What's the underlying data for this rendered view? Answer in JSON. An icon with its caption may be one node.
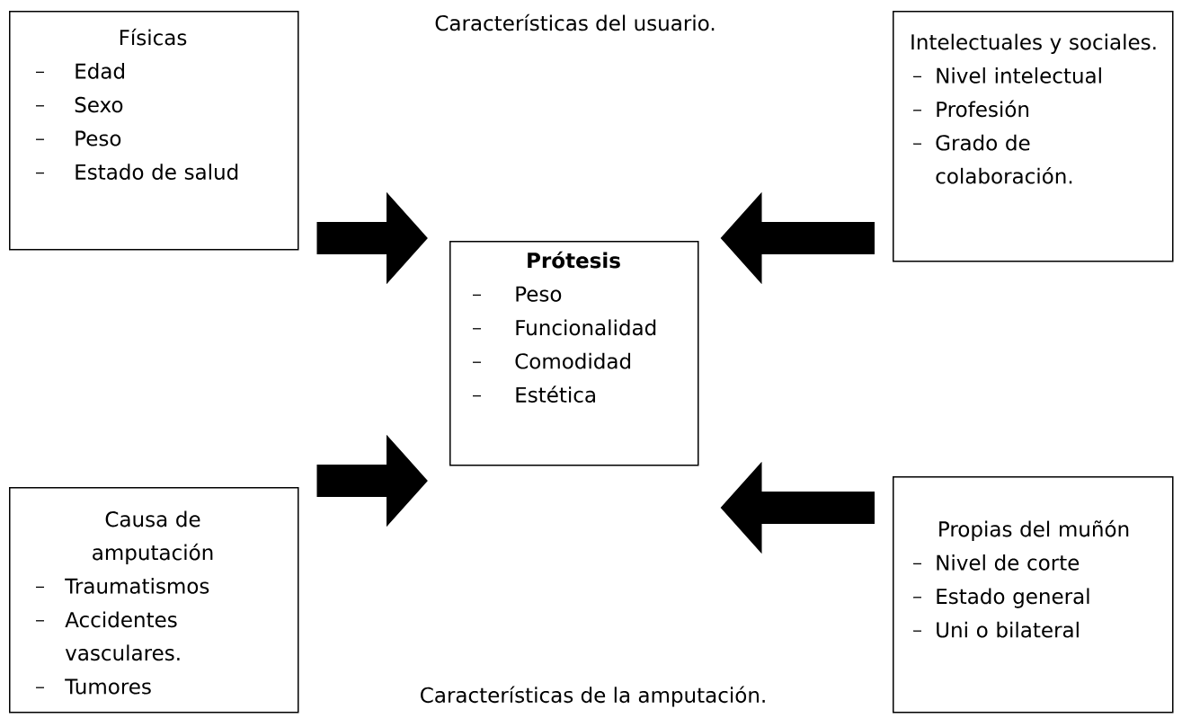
{
  "diagram": {
    "nodes": [
      {
        "text": [
          "Físicas",
          "Edad",
          "Sexo",
          "Peso",
          "Estado de salud"
        ]
      },
      {
        "text": [
          "Intelectuales y sociales.",
          "Nivel intelectual",
          "Profesión",
          "Grado de colaboración."
        ]
      },
      {
        "text": [
          "Prótesis",
          "Peso",
          "Funcionalidad",
          "Comodidad",
          "Estética"
        ]
      },
      {
        "text": [
          "Causa de amputación",
          "Traumatismos",
          "Accidentes vasculares.",
          "Tumores"
        ]
      },
      {
        "text": [
          "Propias del muñón",
          "Nivel de corte",
          "Estado general",
          "Uni o bilateral"
        ]
      }
    ],
    "edges": [
      {
        "from": 0,
        "to": 2,
        "arrow": "to"
      },
      {
        "from": 1,
        "to": 2,
        "arrow": "to"
      },
      {
        "from": 3,
        "to": 2,
        "arrow": "to"
      },
      {
        "from": 4,
        "to": 2,
        "arrow": "to"
      }
    ],
    "labels": [
      "Características del usuario.",
      "Características de la amputación."
    ]
  }
}
